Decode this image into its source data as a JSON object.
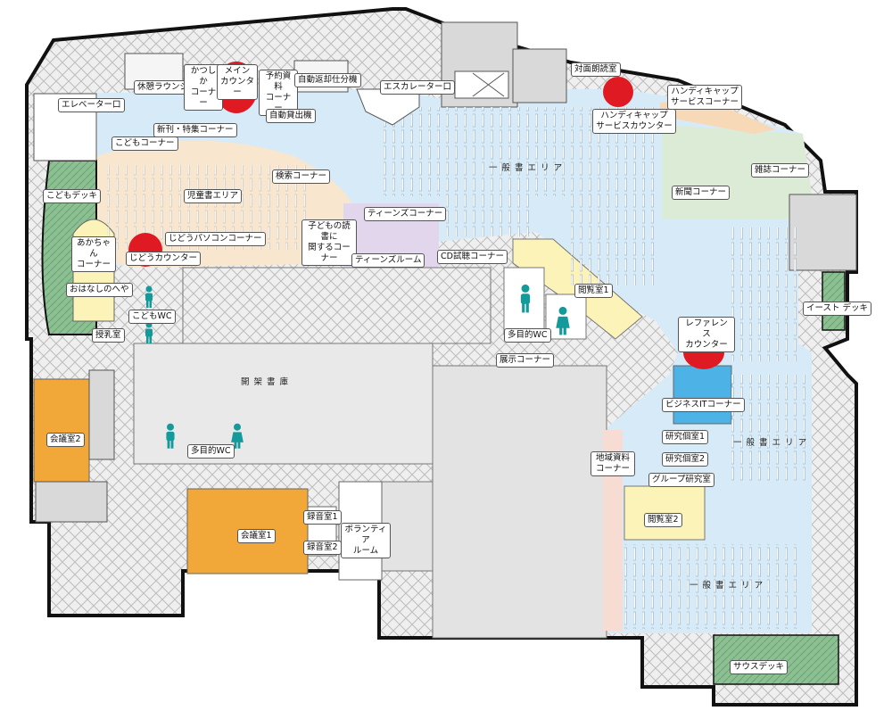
{
  "labels": {
    "elevator": "エレベーター口",
    "lounge": "休憩ラウンジ",
    "katsushika": "かつしか\nコーナー",
    "main_counter": "メイン\nカウンター",
    "reserve": "予約資料\nコーナー",
    "auto_return": "自動返却仕分機",
    "auto_lend": "自動貸出機",
    "escalator": "エスカレーター口",
    "taimen": "対面朗読室",
    "handicap_corner": "ハンディキャップ\nサービスコーナー",
    "handicap_counter": "ハンディキャップ\nサービスカウンター",
    "shinkan": "新刊・特集コーナー",
    "kodomo_corner": "こどもコーナー",
    "ippan_top": "一 般 書 エ リ ア",
    "zasshi": "雑誌コーナー",
    "shinbun": "新聞コーナー",
    "kensaku": "検索コーナー",
    "jidou_area": "児童書エリア",
    "teens_corner": "ティーンズコーナー",
    "kodomo_dokusho": "子どもの読書に\n関するコーナー",
    "teens_room": "ティーンズルーム",
    "cd_corner": "CD試聴コーナー",
    "jidou_pc": "じどうパソコンコーナー",
    "jidou_counter": "じどうカウンター",
    "kodomo_deck": "こどもデッキ",
    "akachan": "あかちゃん\nコーナー",
    "ohanashi": "おはなしのへや",
    "junyu": "授乳室",
    "kodomo_wc": "こどもWC",
    "etsuran1": "閲覧室1",
    "tamokuteki_wc1": "多目的WC",
    "reference": "レファレンス\nカウンター",
    "east_deck": "イースト デッキ",
    "tenji": "展示コーナー",
    "kaika": "開 架 書 庫",
    "business": "ビジネスITコーナー",
    "kaigi2": "会議室2",
    "tamokuteki_wc2": "多目的WC",
    "kenkyu1": "研究個室1",
    "chiiki": "地域資料\nコーナー",
    "ippan_mid": "一 般 書 エ リ ア",
    "kenkyu2": "研究個室2",
    "group": "グループ研究室",
    "rokuon1": "録音室1",
    "kaigi1": "会議室1",
    "volunteer": "ボランティア\nルーム",
    "etsuran2": "閲覧室2",
    "rokuon2": "録音室2",
    "ippan_bottom": "一 般 書 エ リ ア",
    "south_deck": "サウスデッキ"
  },
  "icons": {
    "wc_person": "person-icon",
    "counter": "counter-icon"
  },
  "colors": {
    "general_area": "#d6ebf7",
    "children_area": "#f9e6cf",
    "teens_area": "#e2d6ec",
    "deck_green": "#8fbf95",
    "news_area": "#dcebd6",
    "meeting_room": "#f2a838",
    "closed_stack": "#e9e9e9",
    "counter_red": "#e01a22",
    "reading_yellow": "#fbf3b7",
    "business_blue": "#4db3e6",
    "handicap_orange": "#f7d9b8",
    "wc_teal": "#149a9a",
    "wall": "#1a1a1a"
  }
}
